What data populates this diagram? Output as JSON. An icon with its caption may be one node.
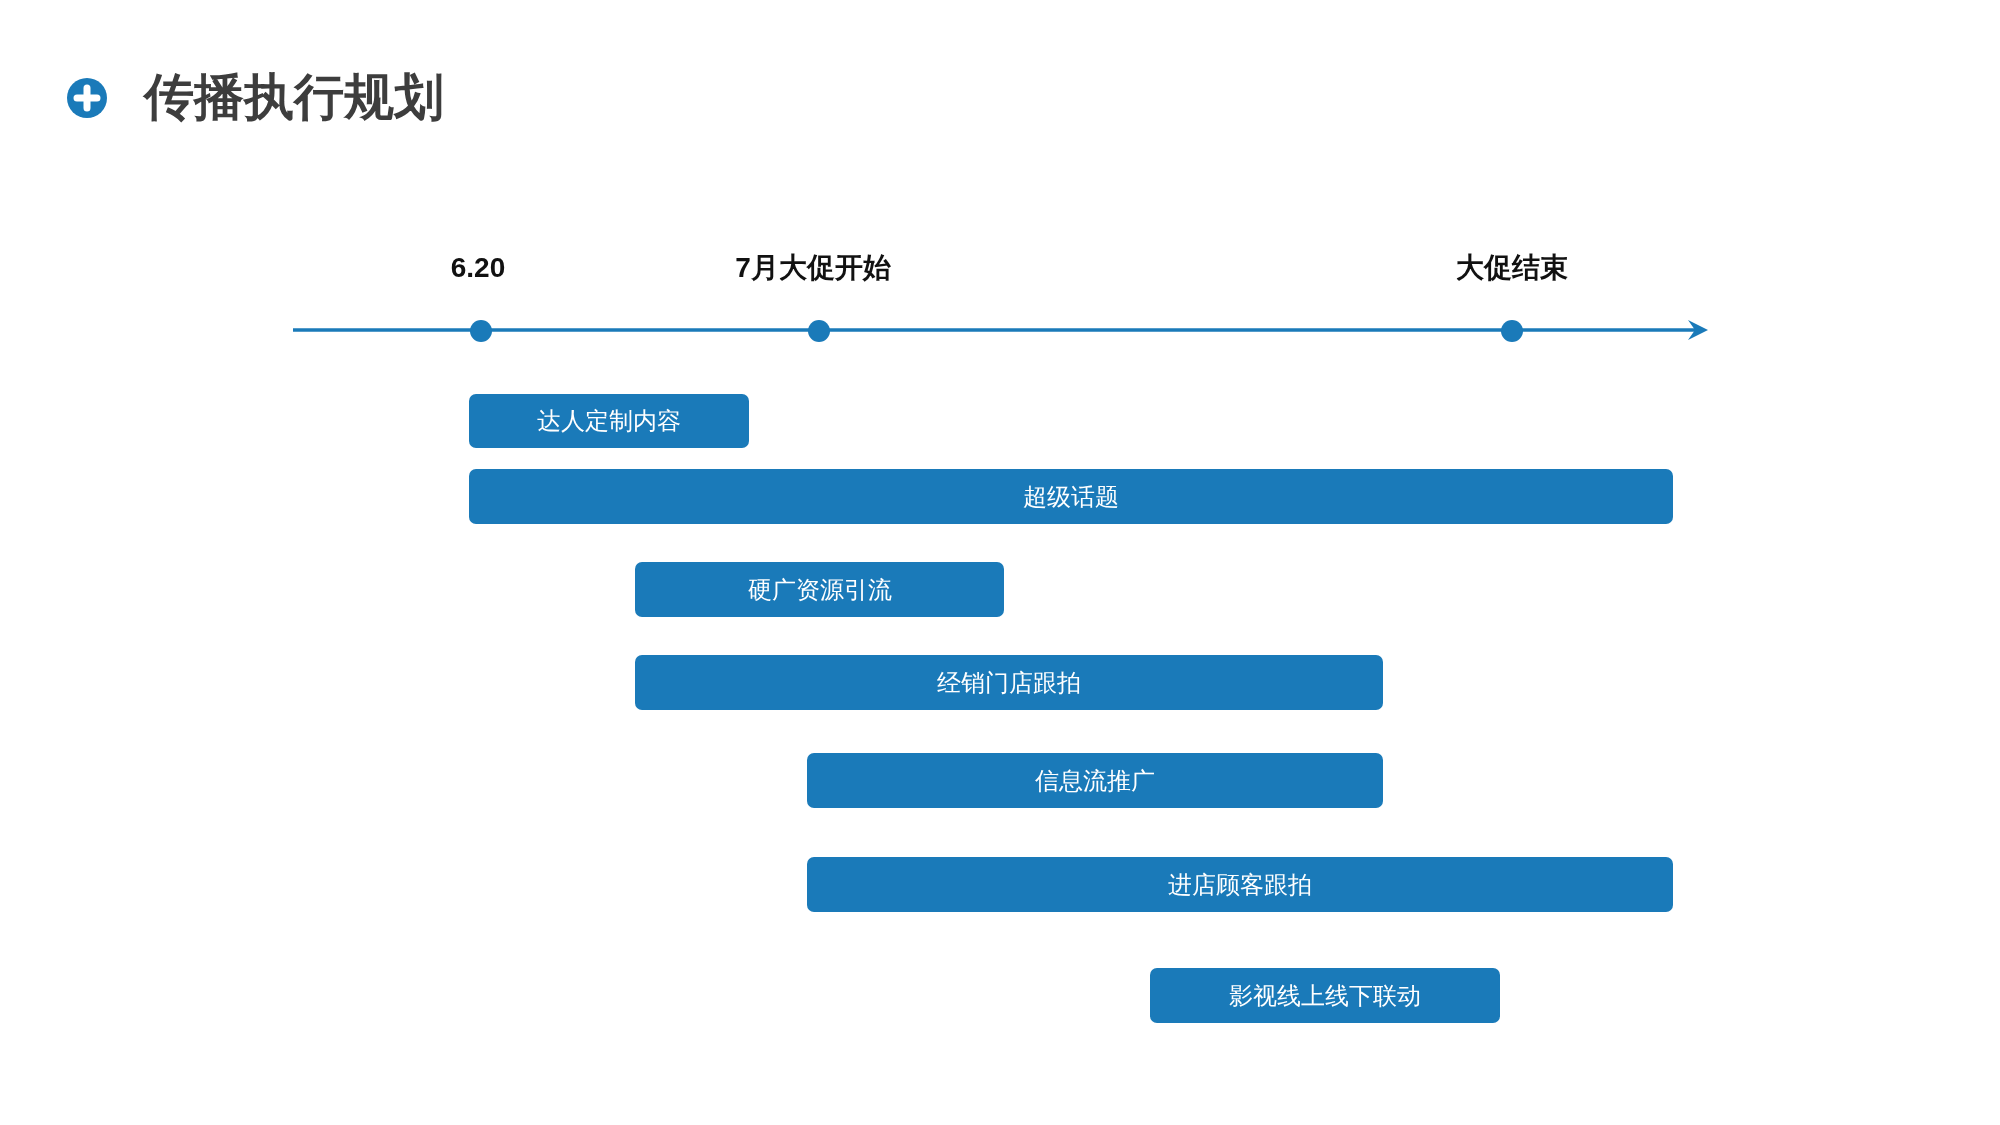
{
  "diagram": {
    "title": "传播执行规划",
    "nodes": [
      {
        "text": [
          "达人定制内容"
        ]
      },
      {
        "text": [
          "超级话题"
        ]
      },
      {
        "text": [
          "硬广资源引流"
        ]
      },
      {
        "text": [
          "经销门店跟拍"
        ]
      },
      {
        "text": [
          "信息流推广"
        ]
      },
      {
        "text": [
          "进店顾客跟拍"
        ]
      },
      {
        "text": [
          "影视线上线下联动"
        ]
      }
    ],
    "labels": [
      "6.20",
      "7月大促开始",
      "大促结束"
    ]
  }
}
